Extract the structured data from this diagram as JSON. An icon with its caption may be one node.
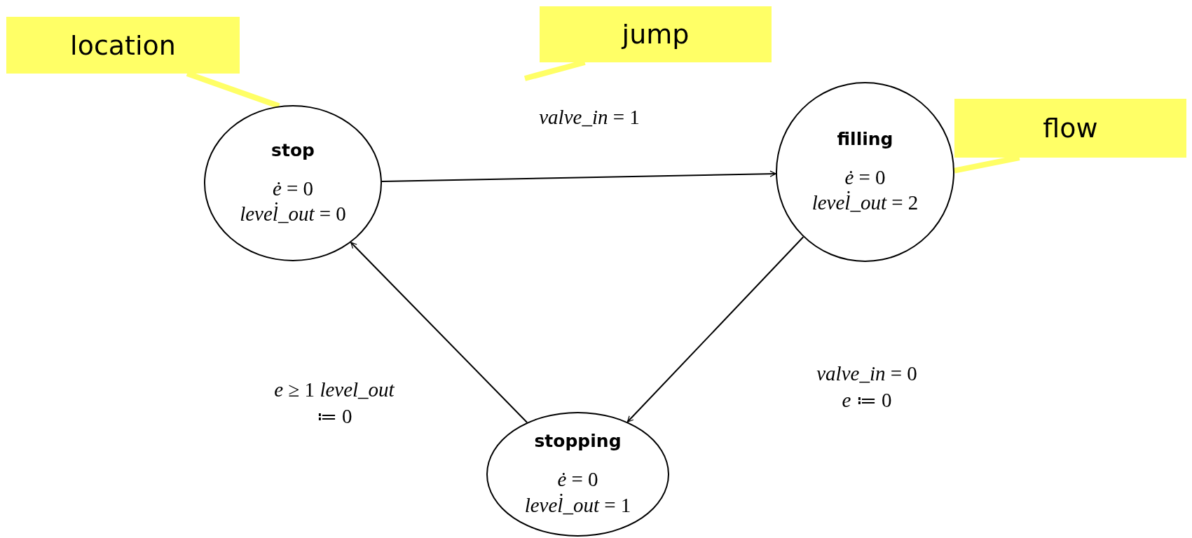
{
  "diagram": {
    "nodes": [
      {
        "text": [
          "location"
        ]
      },
      {
        "text": [
          "jump"
        ]
      },
      {
        "text": [
          "stop",
          "*ė* = 0",
          "*level̇_out* = 0"
        ]
      },
      {
        "text": [
          "filling",
          "*ė* = 0",
          "*level̇_out* = 2"
        ]
      },
      {
        "text": [
          "flow"
        ]
      },
      {
        "text": [
          "stopping",
          "*ė* = 0",
          "*level̇_out* = 1"
        ]
      }
    ],
    "edges": [
      {
        "from": 2,
        "to": 3,
        "arrow": "to",
        "label": "*valve_in* = 1"
      },
      {
        "from": 3,
        "to": 5,
        "arrow": "to",
        "label": "*valve_in* = 0 *e* ≔ 0"
      },
      {
        "from": 5,
        "to": 2,
        "arrow": "to",
        "label": "*e* ≥ 1 *level_out* ≔ 0"
      },
      {
        "from": 0,
        "to": 2,
        "arrow": "none",
        "style": "thick",
        "color": "#ffff66"
      },
      {
        "from": 1,
        "to": null,
        "arrow": "none",
        "style": "thick",
        "color": "#ffff66"
      },
      {
        "from": 4,
        "to": 3,
        "arrow": "none",
        "style": "thick",
        "color": "#ffff66"
      }
    ]
  }
}
